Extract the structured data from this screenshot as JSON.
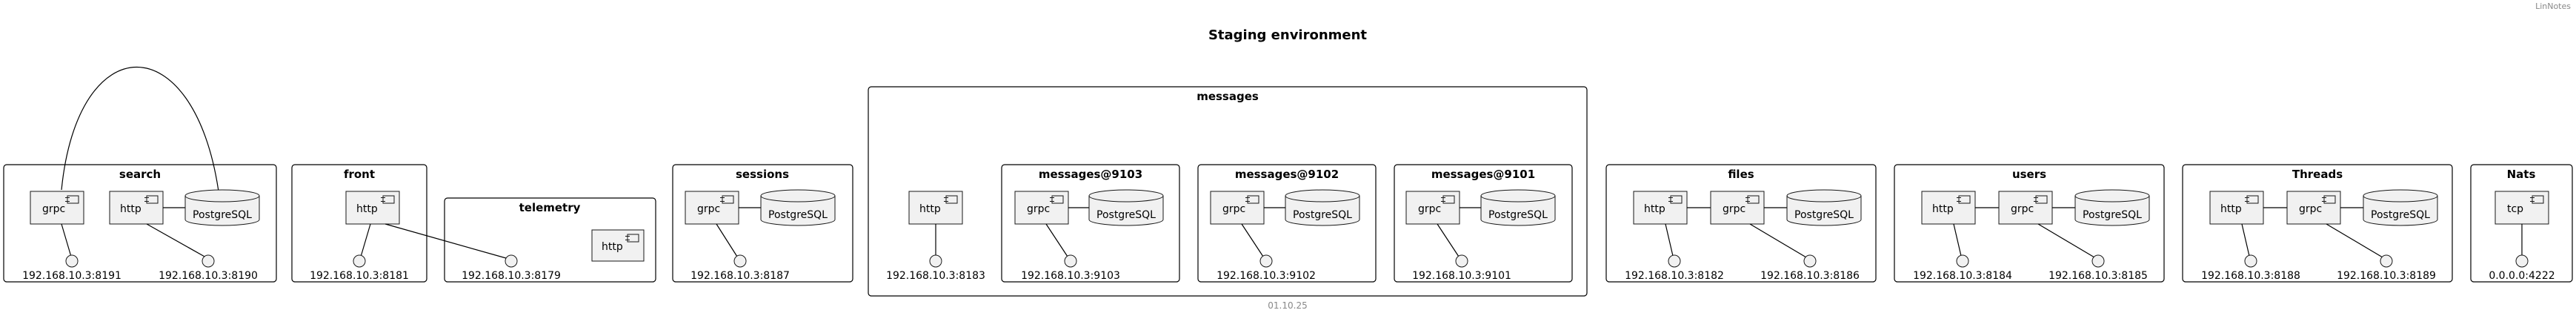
{
  "header": {
    "brand": "LinNotes",
    "title": "Staging environment"
  },
  "footer": {
    "date": "01.10.25"
  },
  "groups": {
    "search": "search",
    "front": "front",
    "telemetry": "telemetry",
    "sessions": "sessions",
    "messages": "messages",
    "messages9103": "messages@9103",
    "messages9102": "messages@9102",
    "messages9101": "messages@9101",
    "files": "files",
    "users": "users",
    "threads": "Threads",
    "nats": "Nats"
  },
  "components": {
    "search_grpc": "grpc",
    "search_http": "http",
    "search_db": "PostgreSQL",
    "front_http": "http",
    "telemetry_http": "http",
    "sessions_grpc": "grpc",
    "sessions_db": "PostgreSQL",
    "messages_http": "http",
    "m9103_grpc": "grpc",
    "m9103_db": "PostgreSQL",
    "m9102_grpc": "grpc",
    "m9102_db": "PostgreSQL",
    "m9101_grpc": "grpc",
    "m9101_db": "PostgreSQL",
    "files_http": "http",
    "files_grpc": "grpc",
    "files_db": "PostgreSQL",
    "users_http": "http",
    "users_grpc": "grpc",
    "users_db": "PostgreSQL",
    "threads_http": "http",
    "threads_grpc": "grpc",
    "threads_db": "PostgreSQL",
    "nats_tcp": "tcp"
  },
  "endpoints": {
    "search_grpc": "192.168.10.3:8191",
    "search_http": "192.168.10.3:8190",
    "front_http": "192.168.10.3:8181",
    "front_telemetry": "192.168.10.3:8179",
    "sessions_grpc": "192.168.10.3:8187",
    "messages_http": "192.168.10.3:8183",
    "m9103_grpc": "192.168.10.3:9103",
    "m9102_grpc": "192.168.10.3:9102",
    "m9101_grpc": "192.168.10.3:9101",
    "files_http": "192.168.10.3:8182",
    "files_grpc": "192.168.10.3:8186",
    "users_http": "192.168.10.3:8184",
    "users_grpc": "192.168.10.3:8185",
    "threads_http": "192.168.10.3:8188",
    "threads_grpc": "192.168.10.3:8189",
    "nats_tcp": "0.0.0.0:4222"
  }
}
